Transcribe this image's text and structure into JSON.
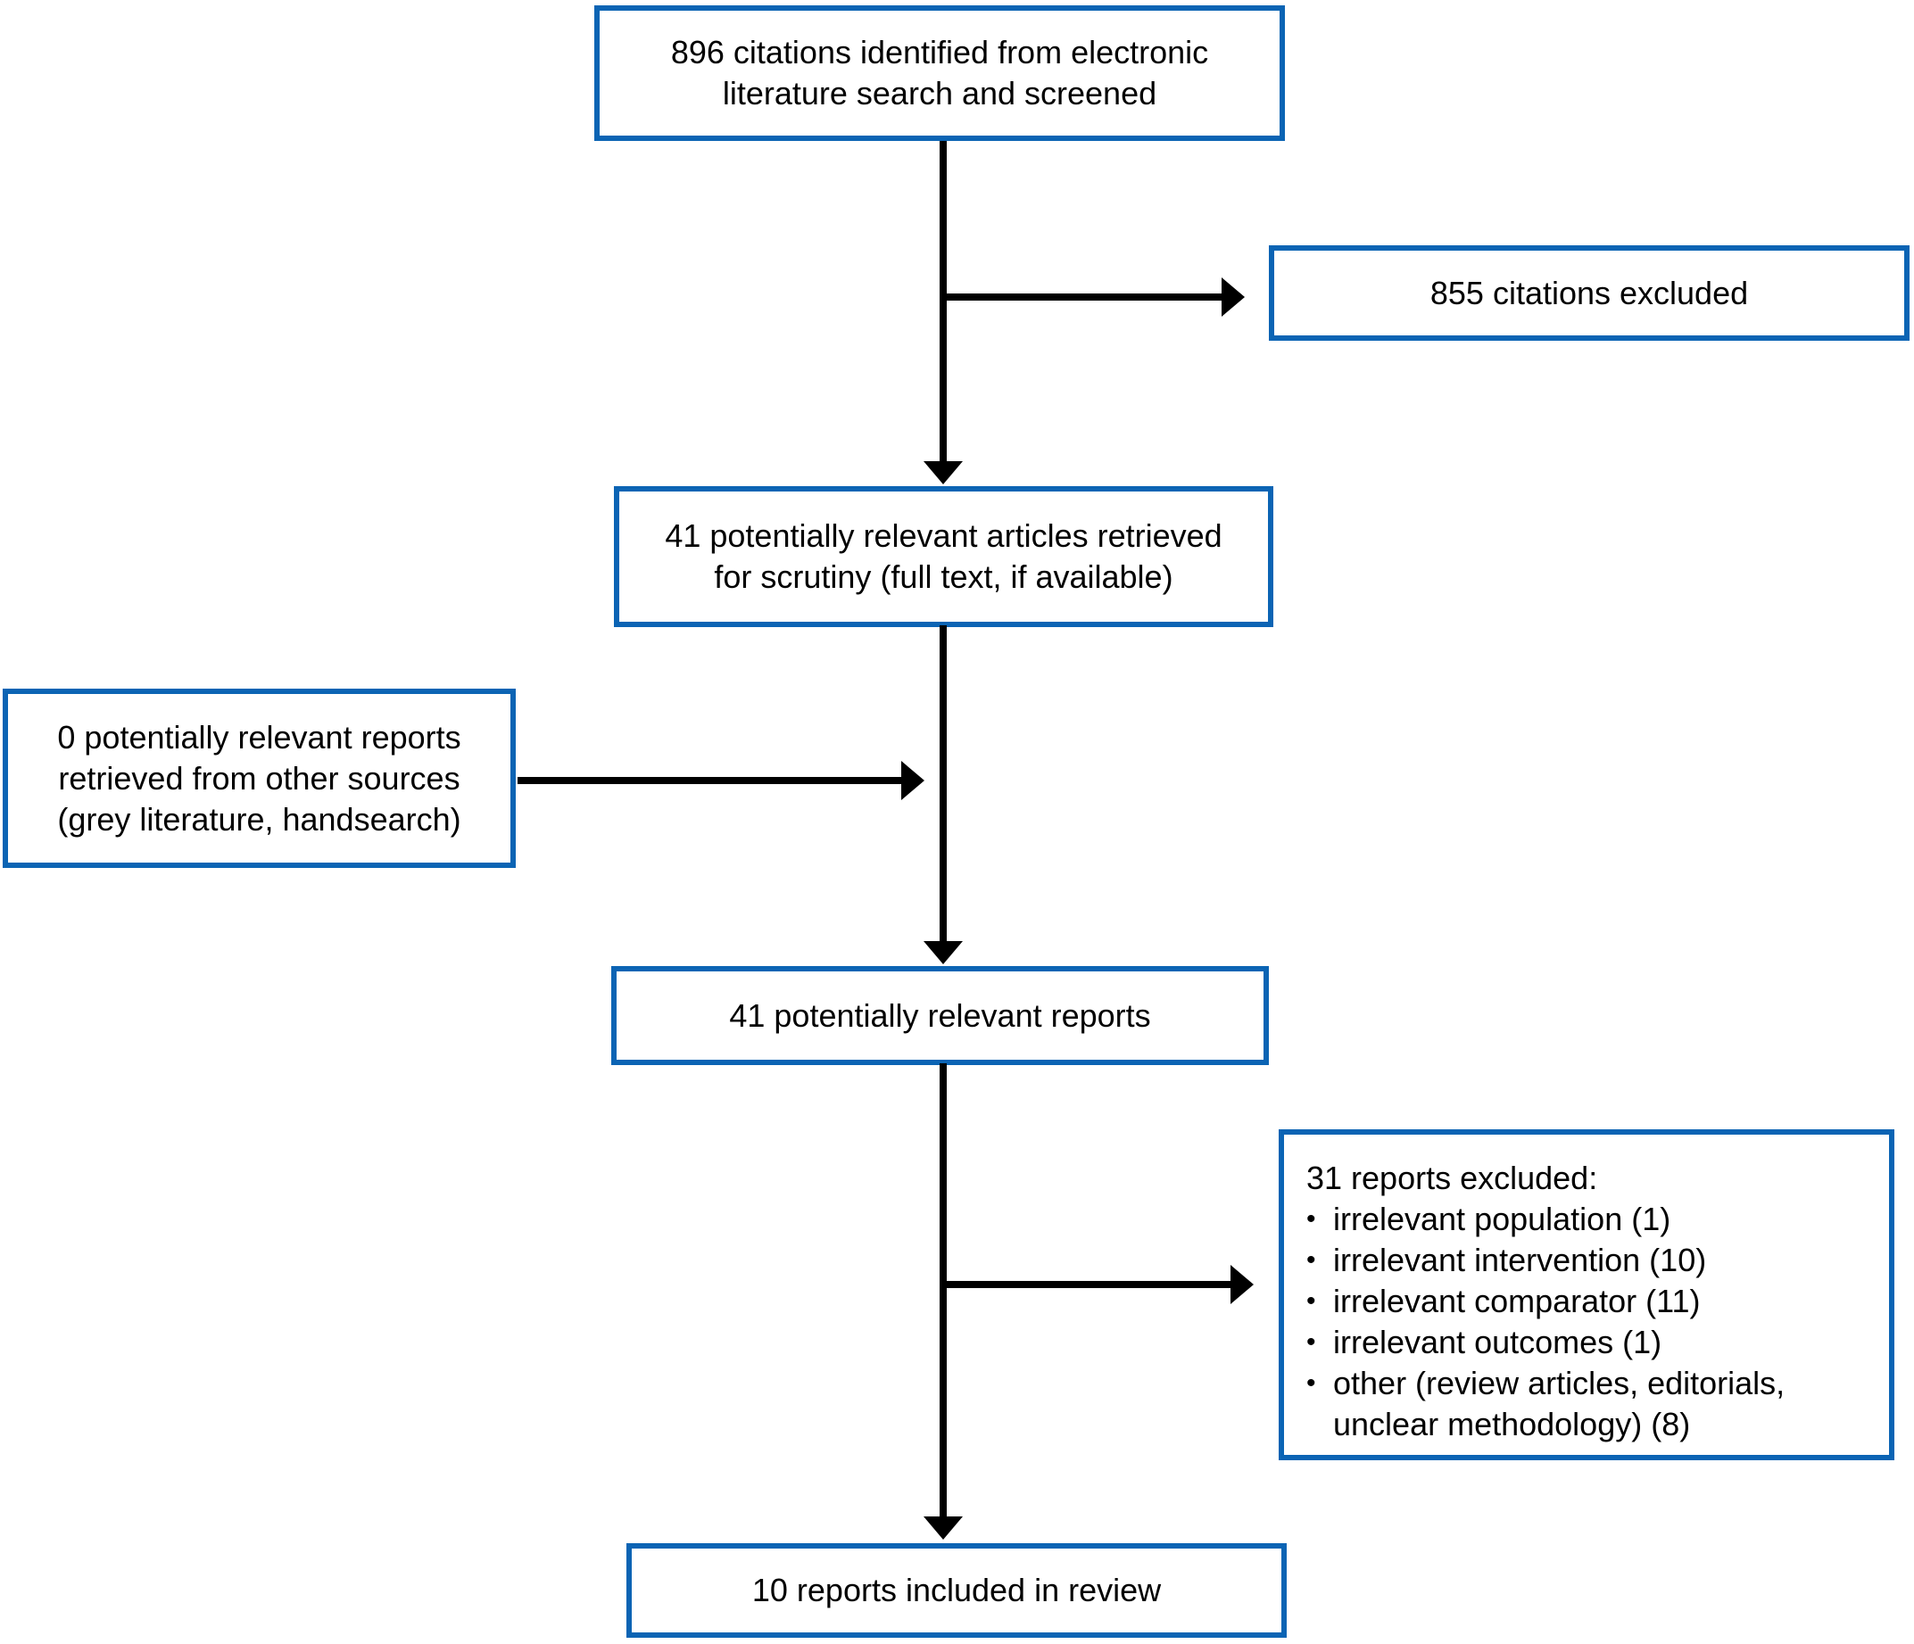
{
  "colors": {
    "border_blue": "#0b64b4",
    "arrow_black": "#000000",
    "text": "#000000",
    "background": "#ffffff"
  },
  "bullet_char": "•",
  "boxes": {
    "identified": {
      "text": "896 citations identified from electronic\nliterature search and screened"
    },
    "excluded1": {
      "text": "855 citations excluded"
    },
    "retrieved": {
      "text": "41 potentially relevant articles retrieved\nfor scrutiny (full text, if available)"
    },
    "other_sources": {
      "text": "0 potentially relevant reports\nretrieved from other sources\n(grey literature, handsearch)"
    },
    "relevant_reports": {
      "text": "41 potentially relevant reports"
    },
    "excluded2": {
      "title": "31 reports excluded:",
      "items": [
        "irrelevant population (1)",
        "irrelevant intervention (10)",
        "irrelevant comparator (11)",
        "irrelevant outcomes (1)",
        "other (review articles, editorials, unclear methodology) (8)"
      ]
    },
    "included": {
      "text": "10 reports included in review"
    }
  }
}
